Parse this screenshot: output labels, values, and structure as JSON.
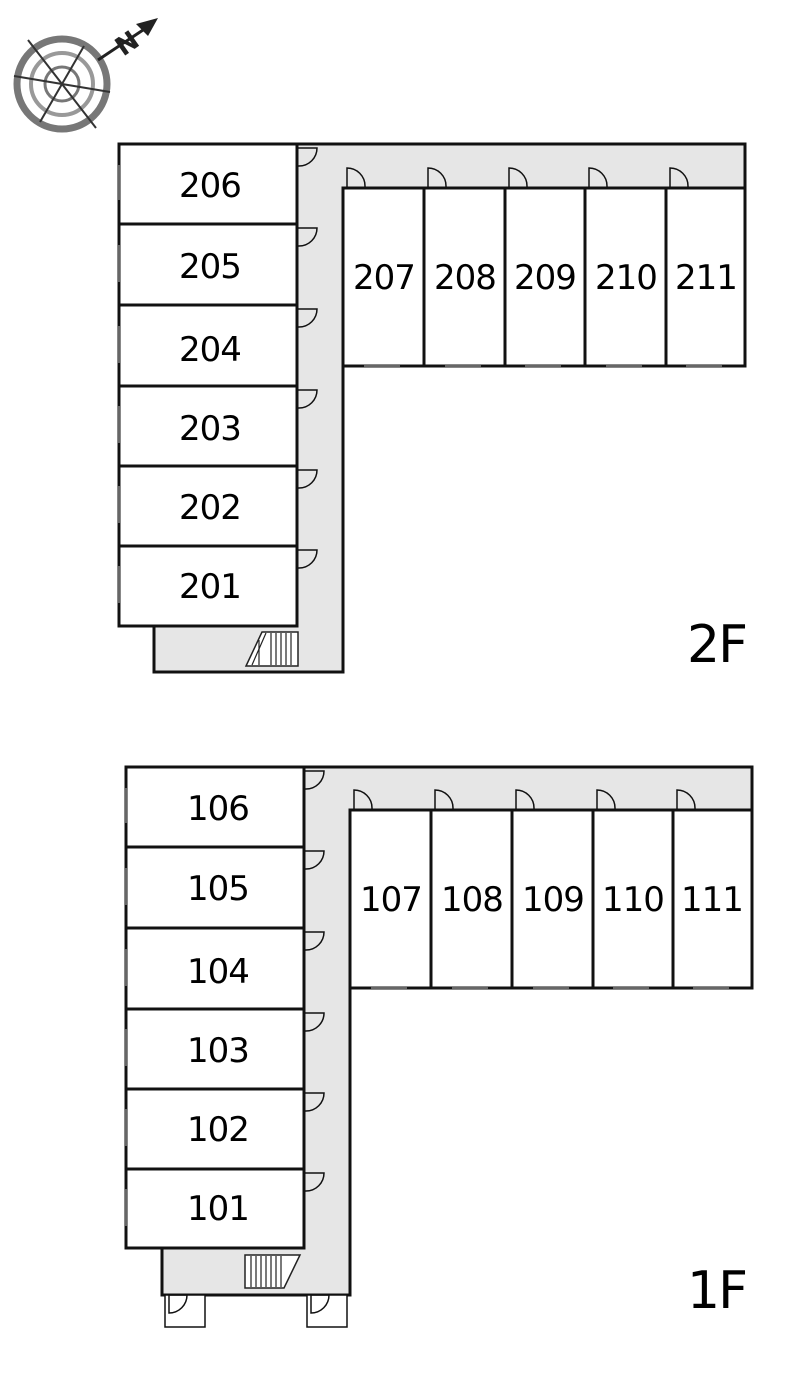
{
  "compass": {
    "icon": "compass-icon",
    "north_label": "N"
  },
  "floors": [
    {
      "label": "2F",
      "left_rooms": [
        "206",
        "205",
        "204",
        "203",
        "202",
        "201"
      ],
      "top_rooms": [
        "207",
        "208",
        "209",
        "210",
        "211"
      ]
    },
    {
      "label": "1F",
      "left_rooms": [
        "106",
        "105",
        "104",
        "103",
        "102",
        "101"
      ],
      "top_rooms": [
        "107",
        "108",
        "109",
        "110",
        "111"
      ]
    }
  ],
  "colors": {
    "wall": "#111111",
    "corridor": "#e6e6e6",
    "room": "#ffffff"
  }
}
